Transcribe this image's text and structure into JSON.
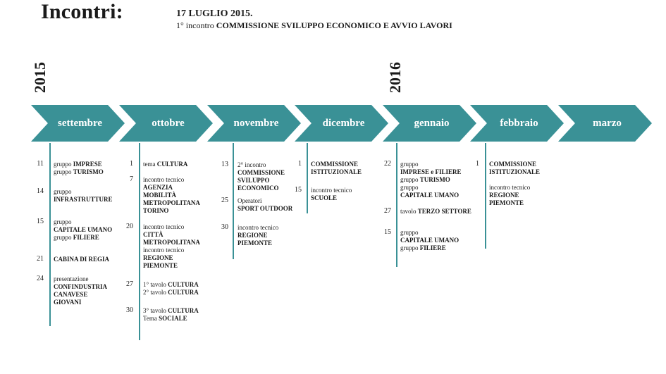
{
  "title": "Incontri:",
  "headline": "17 LUGLIO 2015.",
  "subline": {
    "prefix": "1° incontro ",
    "bold": "COMMISSIONE SVILUPPO ECONOMICO E AVVIO LAVORI"
  },
  "years": [
    "2015",
    "2016"
  ],
  "theme_color": "#3a9196",
  "months": [
    "settembre",
    "ottobre",
    "novembre",
    "dicembre",
    "gennaio",
    "febbraio",
    "marzo"
  ],
  "columns": [
    {
      "month": "settembre",
      "entries": [
        {
          "day": "11",
          "lines": [
            [
              {
                "t": "gruppo "
              },
              {
                "t": "IMPRESE",
                "b": true
              }
            ],
            [
              {
                "t": "gruppo "
              },
              {
                "t": "TURISMO",
                "b": true
              }
            ]
          ]
        },
        {
          "day": "14",
          "lines": [
            [
              {
                "t": "gruppo"
              }
            ],
            [
              {
                "t": "INFRASTRUTTURE",
                "b": true
              }
            ]
          ]
        },
        {
          "day": "15",
          "lines": [
            [
              {
                "t": "gruppo"
              }
            ],
            [
              {
                "t": "CAPITALE UMANO",
                "b": true
              }
            ],
            [
              {
                "t": "gruppo "
              },
              {
                "t": "FILIERE",
                "b": true
              }
            ]
          ]
        },
        {
          "day": "21",
          "lines": [
            [
              {
                "t": "CABINA DI REGIA",
                "b": true
              }
            ]
          ]
        },
        {
          "day": "24",
          "lines": [
            [
              {
                "t": "presentazione"
              }
            ],
            [
              {
                "t": "CONFINDUSTRIA",
                "b": true
              }
            ],
            [
              {
                "t": "CANAVESE",
                "b": true
              }
            ],
            [
              {
                "t": "GIOVANI",
                "b": true
              }
            ]
          ]
        }
      ]
    },
    {
      "month": "ottobre",
      "entries": [
        {
          "day": "1",
          "lines": [
            [
              {
                "t": "tema "
              },
              {
                "t": "CULTURA",
                "b": true
              }
            ]
          ]
        },
        {
          "day": "7",
          "lines": [
            [
              {
                "t": "incontro tecnico"
              }
            ],
            [
              {
                "t": "AGENZIA",
                "b": true
              }
            ],
            [
              {
                "t": "MOBILITÀ",
                "b": true
              }
            ],
            [
              {
                "t": "METROPOLITANA",
                "b": true
              }
            ],
            [
              {
                "t": "TORINO",
                "b": true
              }
            ]
          ]
        },
        {
          "day": "20",
          "lines": [
            [
              {
                "t": "incontro tecnico"
              }
            ],
            [
              {
                "t": "CITTÀ",
                "b": true
              }
            ],
            [
              {
                "t": "METROPOLITANA",
                "b": true
              }
            ],
            [
              {
                "t": "incontro tecnico"
              }
            ],
            [
              {
                "t": "REGIONE",
                "b": true
              }
            ],
            [
              {
                "t": "PIEMONTE",
                "b": true
              }
            ]
          ]
        },
        {
          "day": "27",
          "lines": [
            [
              {
                "t": "1° tavolo "
              },
              {
                "t": "CULTURA",
                "b": true
              }
            ],
            [
              {
                "t": "2° tavolo "
              },
              {
                "t": "CULTURA",
                "b": true
              }
            ]
          ]
        },
        {
          "day": "30",
          "lines": [
            [
              {
                "t": "3° tavolo "
              },
              {
                "t": "CULTURA",
                "b": true
              }
            ],
            [
              {
                "t": "Tema "
              },
              {
                "t": "SOCIALE",
                "b": true
              }
            ]
          ]
        }
      ]
    },
    {
      "month": "novembre",
      "entries": [
        {
          "day": "13",
          "lines": [
            [
              {
                "t": "2° incontro"
              }
            ],
            [
              {
                "t": "COMMISSIONE",
                "b": true
              }
            ],
            [
              {
                "t": "SVILUPPO",
                "b": true
              }
            ],
            [
              {
                "t": "ECONOMICO",
                "b": true
              }
            ]
          ]
        },
        {
          "day": "25",
          "lines": [
            [
              {
                "t": "Operatori"
              }
            ],
            [
              {
                "t": "SPORT OUTDOOR",
                "b": true
              }
            ]
          ]
        },
        {
          "day": "30",
          "lines": [
            [
              {
                "t": "incontro tecnico"
              }
            ],
            [
              {
                "t": "REGIONE",
                "b": true
              }
            ],
            [
              {
                "t": "PIEMONTE",
                "b": true
              }
            ]
          ]
        }
      ]
    },
    {
      "month": "dicembre",
      "entries": [
        {
          "day": "1",
          "lines": [
            [
              {
                "t": "COMMISSIONE",
                "b": true
              }
            ],
            [
              {
                "t": "ISTITUZIONALE",
                "b": true
              }
            ]
          ]
        },
        {
          "day": "15",
          "lines": [
            [
              {
                "t": "incontro tecnico"
              }
            ],
            [
              {
                "t": "SCUOLE",
                "b": true
              }
            ]
          ]
        }
      ]
    },
    {
      "month": "gennaio",
      "entries": [
        {
          "day": "22",
          "lines": [
            [
              {
                "t": "gruppo"
              }
            ],
            [
              {
                "t": "IMPRESE e FILIERE",
                "b": true
              }
            ],
            [
              {
                "t": "gruppo "
              },
              {
                "t": "TURISMO",
                "b": true
              }
            ],
            [
              {
                "t": "gruppo"
              }
            ],
            [
              {
                "t": "CAPITALE UMANO",
                "b": true
              }
            ]
          ]
        },
        {
          "day": "27",
          "lines": [
            [
              {
                "t": "tavolo "
              },
              {
                "t": "TERZO SETTORE",
                "b": true
              }
            ]
          ]
        },
        {
          "day": "15",
          "lines": [
            [
              {
                "t": "gruppo"
              }
            ],
            [
              {
                "t": "CAPITALE UMANO",
                "b": true
              }
            ],
            [
              {
                "t": "gruppo "
              },
              {
                "t": "FILIERE",
                "b": true
              }
            ]
          ]
        }
      ]
    },
    {
      "month": "febbraio",
      "entries": [
        {
          "day": "1",
          "lines": [
            [
              {
                "t": "COMMISSIONE",
                "b": true
              }
            ],
            [
              {
                "t": "ISTITUZIONALE",
                "b": true
              }
            ],
            [
              {
                "t": ""
              }
            ],
            [
              {
                "t": "incontro tecnico"
              }
            ],
            [
              {
                "t": "REGIONE",
                "b": true
              }
            ],
            [
              {
                "t": "PIEMONTE",
                "b": true
              }
            ]
          ]
        }
      ]
    }
  ]
}
